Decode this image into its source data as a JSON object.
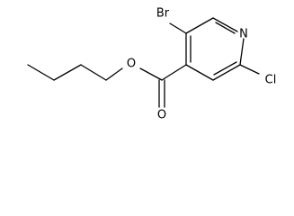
{
  "atoms": {
    "br": "Br",
    "n": "N",
    "cl": "Cl",
    "o_ether": "O",
    "o_carbonyl": "O"
  }
}
